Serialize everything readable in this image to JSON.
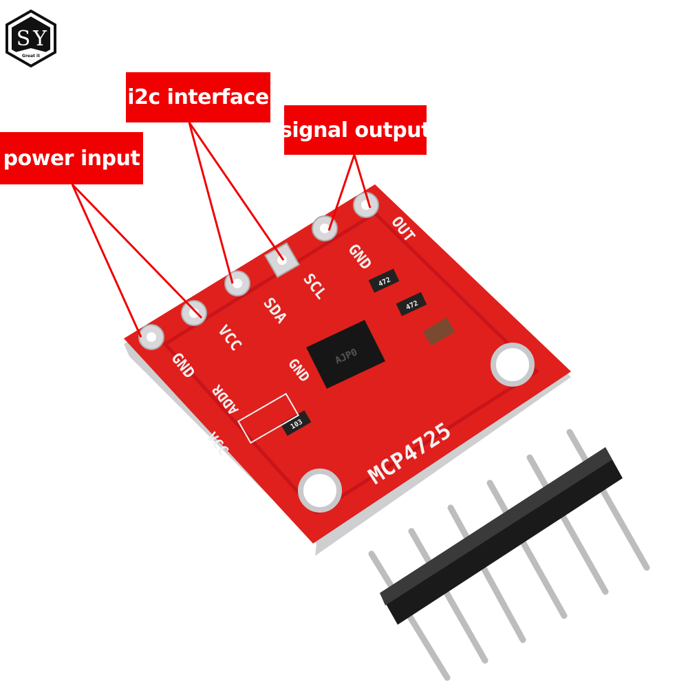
{
  "logo": {
    "letters": "SY",
    "tagline": "Great it"
  },
  "callouts": {
    "power": "power input",
    "i2c": "i2c interface",
    "signal": "signal output"
  },
  "board": {
    "name": "MCP4725",
    "chip_marking": "AJP0",
    "pins_left": [
      "GND",
      "VCC",
      "SDA",
      "SCL"
    ],
    "pins_right": [
      "GND",
      "OUT"
    ],
    "addr_labels": [
      "ADDR",
      "VCC",
      "GND"
    ],
    "resistors": [
      "472",
      "472",
      "103"
    ]
  },
  "colors": {
    "callout": "#f00000",
    "pcb": "#e0201c",
    "pcb_dark": "#c8141a",
    "pad": "#c9c9cc",
    "header": "#1a1a1a"
  }
}
